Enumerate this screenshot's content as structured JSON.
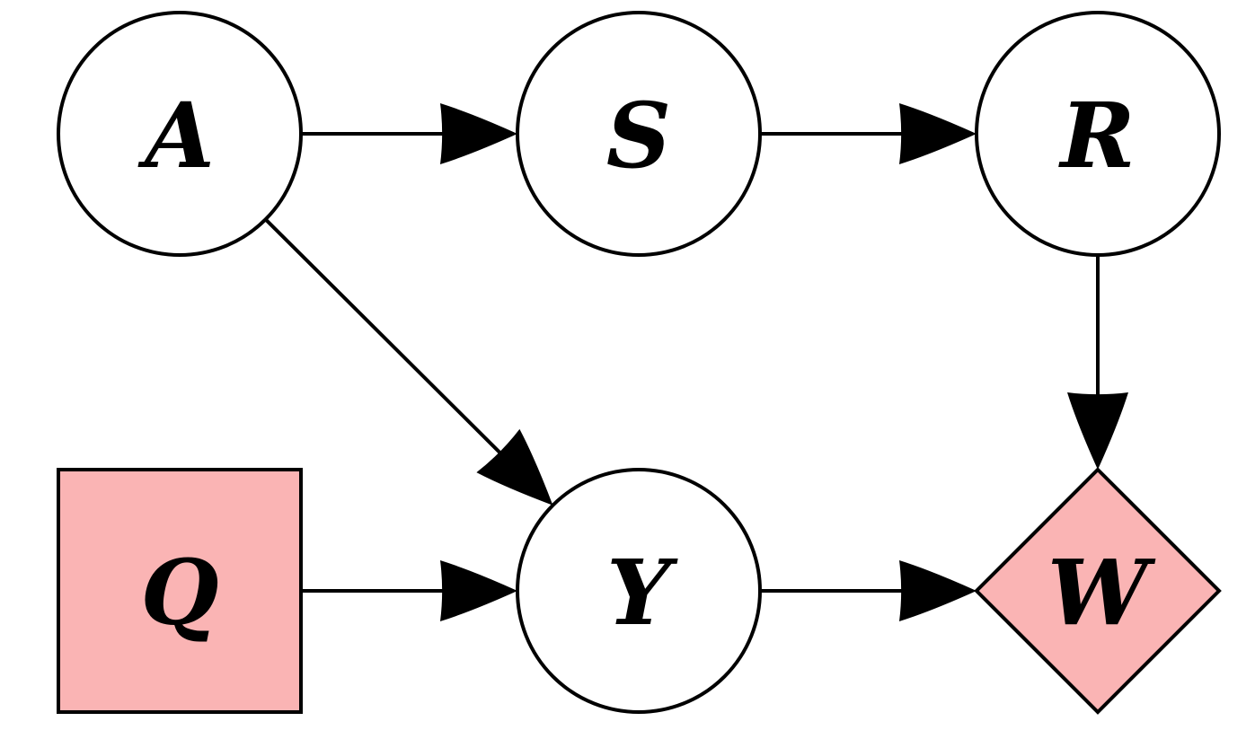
{
  "diagram": {
    "colors": {
      "stroke": "#000000",
      "plain_fill": "#ffffff",
      "highlight_fill": "#fab4b4"
    },
    "nodes": [
      {
        "id": "A",
        "label": "A",
        "shape": "circle",
        "highlighted": false
      },
      {
        "id": "S",
        "label": "S",
        "shape": "circle",
        "highlighted": false
      },
      {
        "id": "R",
        "label": "R",
        "shape": "circle",
        "highlighted": false
      },
      {
        "id": "Q",
        "label": "Q",
        "shape": "square",
        "highlighted": true
      },
      {
        "id": "Y",
        "label": "Y",
        "shape": "circle",
        "highlighted": false
      },
      {
        "id": "W",
        "label": "W",
        "shape": "diamond",
        "highlighted": true
      }
    ],
    "edges": [
      {
        "from": "A",
        "to": "S"
      },
      {
        "from": "S",
        "to": "R"
      },
      {
        "from": "A",
        "to": "Y"
      },
      {
        "from": "R",
        "to": "W"
      },
      {
        "from": "Q",
        "to": "Y"
      },
      {
        "from": "Y",
        "to": "W"
      }
    ]
  }
}
